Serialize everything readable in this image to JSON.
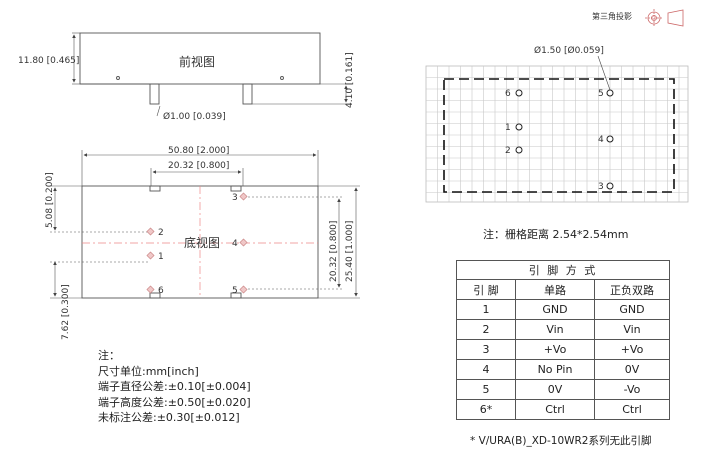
{
  "projection_label": "第三角投影",
  "front_view": {
    "title": "前视图",
    "height_dim": "11.80 [0.465]",
    "pin_height_dim": "4.10 [0.161]",
    "pin_diameter_dim": "Ø1.00 [0.039]"
  },
  "bottom_view": {
    "title": "底视图",
    "length_dim": "50.80 [2.000]",
    "pin_spacing_dim": "20.32 [0.800]",
    "top_offset_dim": "5.08 [0.200]",
    "bottom_offset_dim": "7.62 [0.300]",
    "pin_row_dim": "20.32 [0.800]",
    "width_dim": "25.40 [1.000]",
    "pins": [
      "1",
      "2",
      "3",
      "4",
      "5",
      "6"
    ]
  },
  "pin_layout": {
    "hole_dim": "Ø1.50 [Ø0.059]",
    "pins": [
      "1",
      "2",
      "3",
      "4",
      "5",
      "6"
    ],
    "note": "注：栅格距离 2.54*2.54mm"
  },
  "notes": {
    "title": "注：",
    "lines": [
      "尺寸单位:mm[inch]",
      "端子直径公差:±0.10[±0.004]",
      "端子高度公差:±0.50[±0.020]",
      "未标注公差:±0.30[±0.012]"
    ]
  },
  "pin_table": {
    "caption": "引 脚 方 式",
    "headers": [
      "引 脚",
      "单路",
      "正负双路"
    ],
    "rows": [
      [
        "1",
        "GND",
        "GND"
      ],
      [
        "2",
        "Vin",
        "Vin"
      ],
      [
        "3",
        "+Vo",
        "+Vo"
      ],
      [
        "4",
        "No Pin",
        "0V"
      ],
      [
        "5",
        "0V",
        "-Vo"
      ],
      [
        "6*",
        "Ctrl",
        "Ctrl"
      ]
    ],
    "footnote": "* V/URA(B)_XD-10WR2系列无此引脚"
  }
}
